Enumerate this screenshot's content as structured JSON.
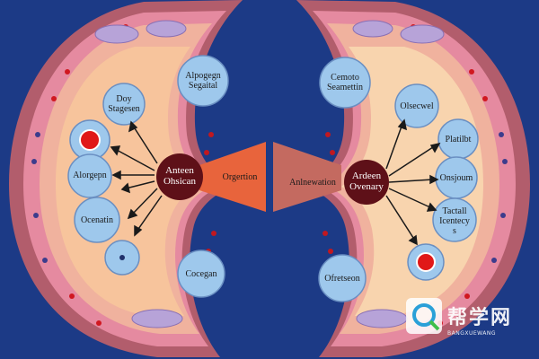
{
  "colors": {
    "background": "#1c3a86",
    "outer_ring": "#b05a6a",
    "tissue": "#f4b8a6",
    "core": "#5e1018",
    "cell": "#9ec8ec",
    "arrow": "#1a1a1a"
  },
  "left_panel": {
    "core_label": "Anteen\nOhsican",
    "cells": {
      "top": "Doy\nStagesen",
      "mid_left": "Alorgepn",
      "lower_left": "Ocenatin",
      "upper_right": "Alpogegn\nSegaital",
      "lower_right": "Cocegan"
    }
  },
  "right_panel": {
    "core_label": "Ardeen\nOvenary",
    "cells": {
      "upper_left": "Cemoto\nSeamettin",
      "top": "Olsecwel",
      "mid1": "Platilbt",
      "mid2": "Onsjoum",
      "mid3": "Tactall\nIcentecy\ns",
      "lower_left": "Ofretseon"
    }
  },
  "banners": {
    "left": "Orgertion",
    "right": "Anlnewation"
  },
  "watermark": {
    "chinese": "帮学网",
    "latin": "BANGXUEWANG"
  }
}
